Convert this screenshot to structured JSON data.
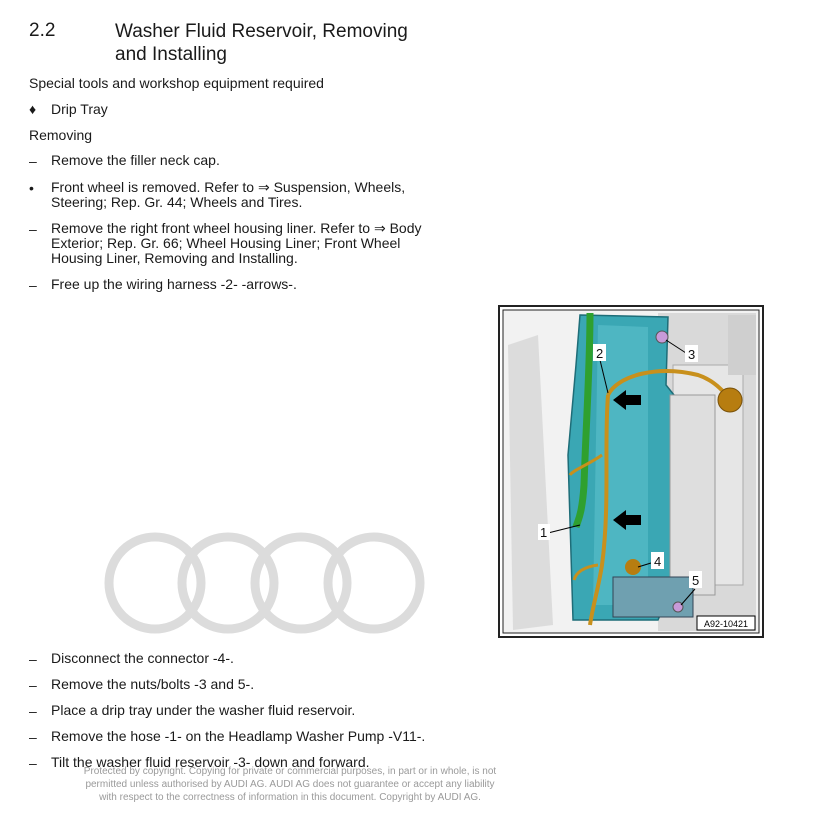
{
  "section": {
    "number": "2.2",
    "title_line1": "Washer Fluid Reservoir, Removing",
    "title_line2": "and Installing"
  },
  "tools": {
    "heading": "Special tools and workshop equipment required",
    "items": [
      "Drip Tray"
    ]
  },
  "removing": {
    "heading": "Removing",
    "steps_before": [
      {
        "bullet": "–",
        "lines": [
          "Remove the filler neck cap."
        ]
      },
      {
        "bullet": "•",
        "lines": [
          "Front wheel is removed. Refer to ⇒ Suspension, Wheels,",
          "Steering; Rep. Gr. 44; Wheels and Tires."
        ]
      },
      {
        "bullet": "–",
        "lines": [
          "Remove the right front wheel housing liner. Refer to ⇒ Body",
          "Exterior; Rep. Gr. 66; Wheel Housing Liner; Front Wheel",
          "Housing Liner, Removing and Installing."
        ]
      },
      {
        "bullet": "–",
        "lines": [
          "Free up the wiring harness -2- -arrows-."
        ]
      }
    ],
    "steps_after": [
      {
        "bullet": "–",
        "text": "Disconnect the connector -4-."
      },
      {
        "bullet": "–",
        "text": "Remove the nuts/bolts -3 and 5-."
      },
      {
        "bullet": "–",
        "text": "Place a drip tray under the washer fluid reservoir."
      },
      {
        "bullet": "–",
        "text": "Remove the hose -1- on the Headlamp Washer Pump -V11-."
      },
      {
        "bullet": "–",
        "text": "Tilt the washer fluid reservoir -3- down and forward."
      }
    ]
  },
  "figure": {
    "id": "A92-10421",
    "callouts": [
      "1",
      "2",
      "3",
      "4",
      "5"
    ]
  },
  "copyright": {
    "line1": "Protected by copyright. Copying for private or commercial purposes, in part or in whole, is not",
    "line2": "permitted unless authorised by AUDI AG. AUDI AG does not guarantee or accept any liability",
    "line3": "with respect to the correctness of information in this document. Copyright by AUDI AG."
  },
  "colors": {
    "reservoir": "#3aa7b4",
    "harness": "#c8901c",
    "hose": "#2fa02f"
  }
}
